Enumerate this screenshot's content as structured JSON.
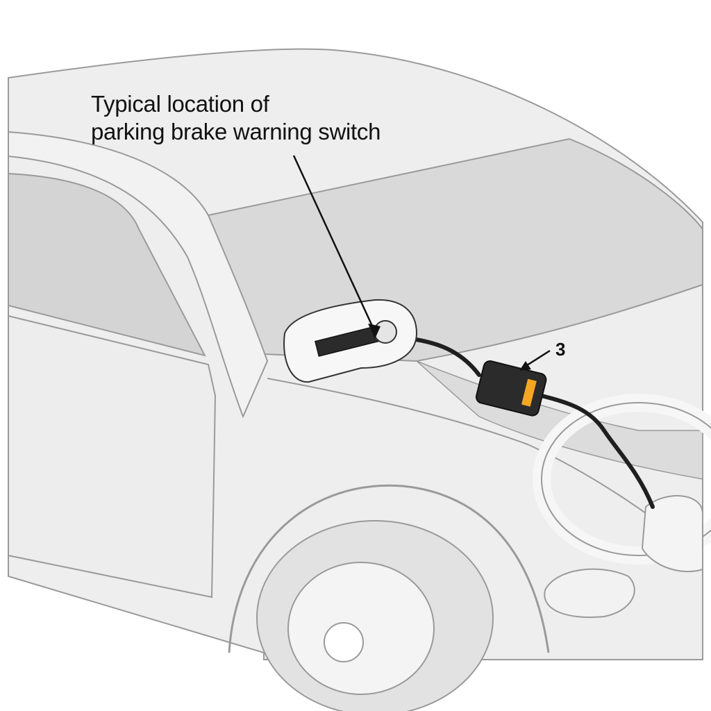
{
  "diagram": {
    "caption_line1": "Typical location of",
    "caption_line2": "parking brake warning switch",
    "callout_number": "3"
  },
  "colors": {
    "background": "#ffffff",
    "car_body": "#eeeeee",
    "windshield": "#d9d9d9",
    "window": "#d4d4d4",
    "outline": "#9a9a9a",
    "switch_body": "#2b2b2b",
    "switch_indicator": "#f5a623",
    "pointer": "#111111"
  }
}
